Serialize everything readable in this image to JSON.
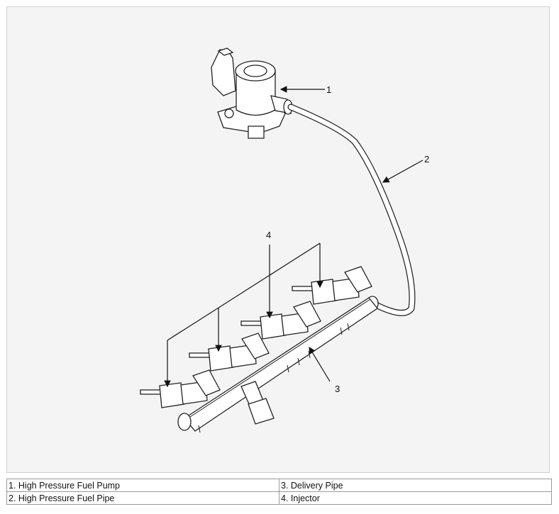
{
  "diagram": {
    "callouts": [
      "1",
      "2",
      "3",
      "4"
    ]
  },
  "legend": {
    "rows": [
      [
        "1. High Pressure Fuel Pump",
        "3. Delivery Pipe"
      ],
      [
        "2. High Pressure Fuel Pipe",
        "4. Injector"
      ]
    ]
  }
}
